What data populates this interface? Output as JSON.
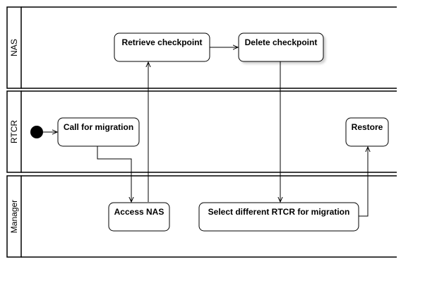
{
  "diagram": {
    "lanes": [
      {
        "id": "nas",
        "label": "NAS"
      },
      {
        "id": "rtcr",
        "label": "RTCR"
      },
      {
        "id": "manager",
        "label": "Manager"
      }
    ],
    "nodes": [
      {
        "id": "retrieve",
        "label": "Retrieve checkpoint"
      },
      {
        "id": "delete",
        "label": "Delete checkpoint"
      },
      {
        "id": "call",
        "label": "Call for migration"
      },
      {
        "id": "restore",
        "label": "Restore"
      },
      {
        "id": "access",
        "label": "Access NAS"
      },
      {
        "id": "select",
        "label": "Select different RTCR for migration"
      }
    ],
    "edges": [
      {
        "from": "start",
        "to": "call"
      },
      {
        "from": "call",
        "to": "access"
      },
      {
        "from": "access",
        "to": "retrieve"
      },
      {
        "from": "retrieve",
        "to": "delete"
      },
      {
        "from": "delete",
        "to": "select"
      },
      {
        "from": "select",
        "to": "restore"
      }
    ]
  }
}
